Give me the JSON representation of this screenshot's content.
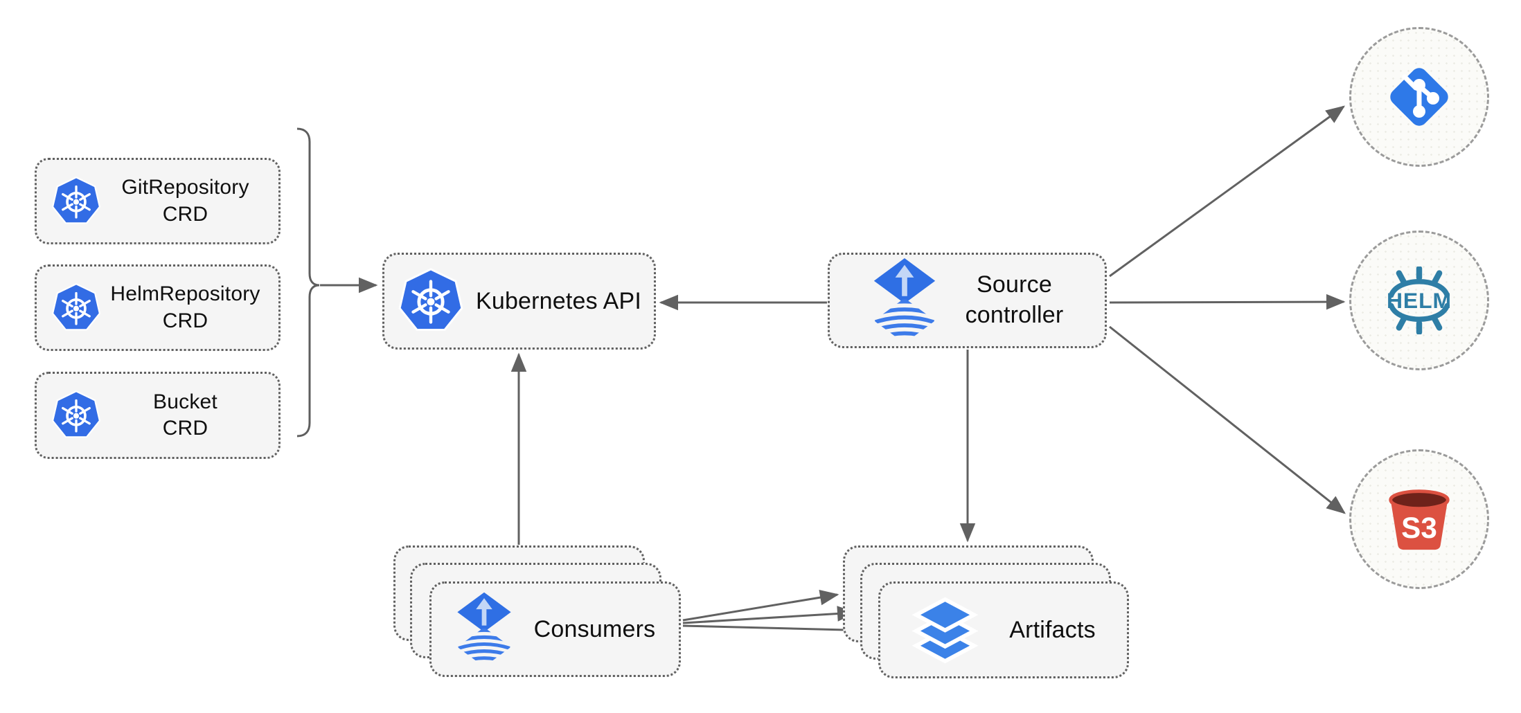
{
  "nodes": {
    "crd_list": [
      {
        "id": "gitrepository-crd",
        "line1": "GitRepository",
        "line2": "CRD"
      },
      {
        "id": "helmrepository-crd",
        "line1": "HelmRepository",
        "line2": "CRD"
      },
      {
        "id": "bucket-crd",
        "line1": "Bucket",
        "line2": "CRD"
      }
    ],
    "kubernetes_api": {
      "label": "Kubernetes API"
    },
    "source_controller": {
      "line1": "Source",
      "line2": "controller"
    },
    "consumers": {
      "label": "Consumers",
      "stack_count": 3
    },
    "artifacts": {
      "label": "Artifacts",
      "stack_count": 3
    },
    "git": {
      "icon": "git-branch-icon"
    },
    "helm": {
      "label": "HELM"
    },
    "s3": {
      "label": "S3"
    }
  },
  "edges": [
    {
      "from": "crd-group-brace",
      "to": "kubernetes-api"
    },
    {
      "from": "source-controller",
      "to": "kubernetes-api"
    },
    {
      "from": "consumers",
      "to": "kubernetes-api"
    },
    {
      "from": "source-controller",
      "to": "artifacts"
    },
    {
      "from": "consumers",
      "to": "artifacts",
      "count": 3
    },
    {
      "from": "source-controller",
      "to": "git"
    },
    {
      "from": "source-controller",
      "to": "helm"
    },
    {
      "from": "source-controller",
      "to": "s3"
    }
  ],
  "icons": {
    "kubernetes": "kubernetes-wheel-heptagon",
    "flux": "flux-diamond-arrow",
    "git": "git-branch-diamond",
    "helm": "helm-ship-wheel",
    "s3": "s3-bucket",
    "artifacts": "stacked-layers"
  },
  "colors": {
    "kubernetes_blue": "#326CE5",
    "flux_blue": "#2F6FE4",
    "flux_arrow_light": "#C4D7F6",
    "git_blue": "#2E79E8",
    "helm_teal": "#2E7EA6",
    "s3_red": "#DC5141",
    "s3_dark": "#6F221A",
    "layers_blue": "#3B82E8",
    "node_fill": "#F5F5F5",
    "node_border": "#606060",
    "arrow_gray": "#616161",
    "circle_fill": "#FBFBF8",
    "circle_border": "#9B9B9B"
  }
}
